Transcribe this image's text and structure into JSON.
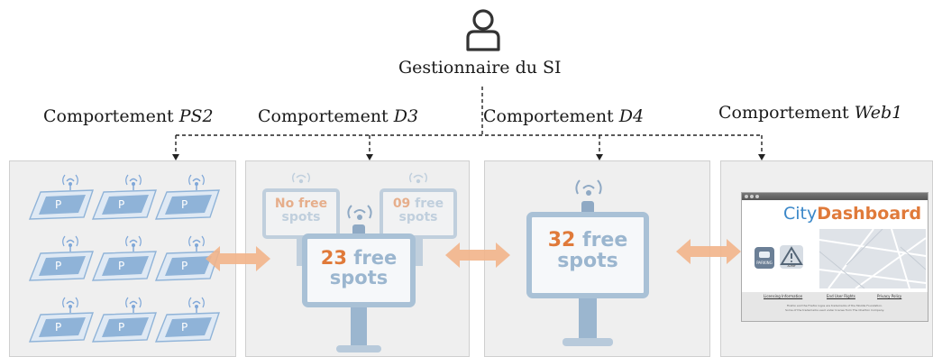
{
  "manager": {
    "label": "Gestionnaire du SI",
    "icon": "user-icon"
  },
  "behaviors": [
    {
      "prefix": "Comportement",
      "id": "PS2"
    },
    {
      "prefix": "Comportement",
      "id": "D3"
    },
    {
      "prefix": "Comportement",
      "id": "D4"
    },
    {
      "prefix": "Comportement",
      "id": "Web1"
    }
  ],
  "sensor_label": "P",
  "signs": {
    "d3_left": {
      "line1": "No free",
      "line2": "spots"
    },
    "d3_right": {
      "num": "09",
      "word": "free",
      "line2": "spots"
    },
    "d3_main": {
      "num": "23",
      "word": "free",
      "line2": "spots"
    },
    "d4_main": {
      "num": "32",
      "word": "free",
      "line2": "spots"
    }
  },
  "dashboard": {
    "title_a": "City",
    "title_b": "Dashboard",
    "icon1_label": "PARKING",
    "icon2_label": "ALERT",
    "links": [
      "Licensing Information",
      "End User Rights",
      "Privacy Policy"
    ],
    "footer1": "Firefox and the Firefox logos are trademarks of the Mozilla Foundation.",
    "footer2": "Some of the trademarks used under license from The Charlton Company."
  },
  "colors": {
    "accent_orange": "#e07a3a",
    "arrow": "#f2b48a",
    "sign_blue": "#9bb6cf",
    "sensor_blue": "#8fb3d8"
  }
}
